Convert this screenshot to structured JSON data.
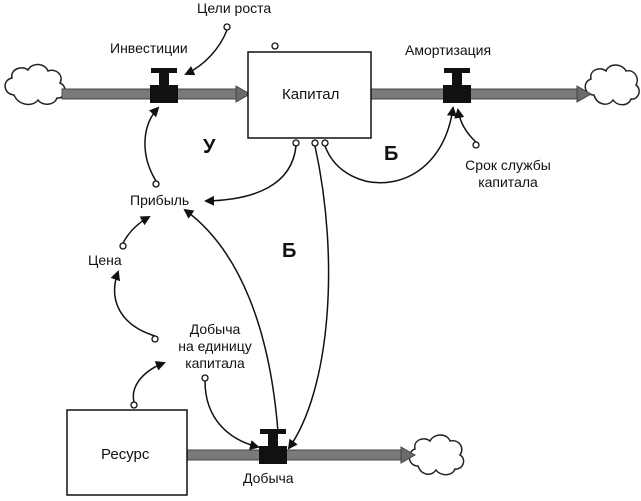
{
  "stocks": {
    "capital": "Капитал",
    "resource": "Ресурс"
  },
  "flows": {
    "investment": "Инвестиции",
    "depreciation": "Амортизация",
    "extraction": "Добыча"
  },
  "variables": {
    "growth_goals": "Цели роста",
    "profit": "Прибыль",
    "price": "Цена",
    "yield_per_capital": [
      "Добыча",
      "на единицу",
      "капитала"
    ],
    "capital_lifetime": [
      "Срок службы",
      "капитала"
    ]
  },
  "loops": {
    "reinforcing": "У",
    "balancing_depreciation": "Б",
    "balancing_extraction": "Б"
  }
}
